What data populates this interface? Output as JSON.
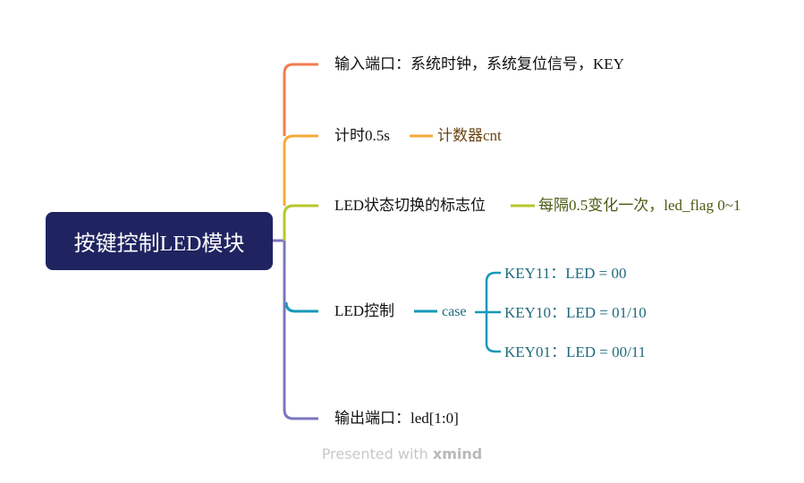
{
  "root": {
    "label": "按键控制LED模块",
    "color": "#1f2461"
  },
  "branches": [
    {
      "label": "输入端口：系统时钟，系统复位信号，KEY",
      "color": "#f47c50",
      "children": []
    },
    {
      "label": "计时0.5s",
      "color": "#f8a93a",
      "children": [
        {
          "label": "计数器cnt"
        }
      ]
    },
    {
      "label": "LED状态切换的标志位",
      "color": "#b5c72b",
      "children": [
        {
          "label": "每隔0.5变化一次，led_flag 0~1"
        }
      ]
    },
    {
      "label": "LED控制",
      "color": "#1598b8",
      "children": [
        {
          "label": "case",
          "children": [
            {
              "label": "KEY11：LED = 00"
            },
            {
              "label": "KEY10：LED = 01/10"
            },
            {
              "label": "KEY01：LED = 00/11"
            }
          ]
        }
      ]
    },
    {
      "label": "输出端口：led[1:0]",
      "color": "#7b76bf",
      "children": []
    }
  ],
  "footer": {
    "prefix": "Presented with ",
    "brand": "xmind"
  }
}
